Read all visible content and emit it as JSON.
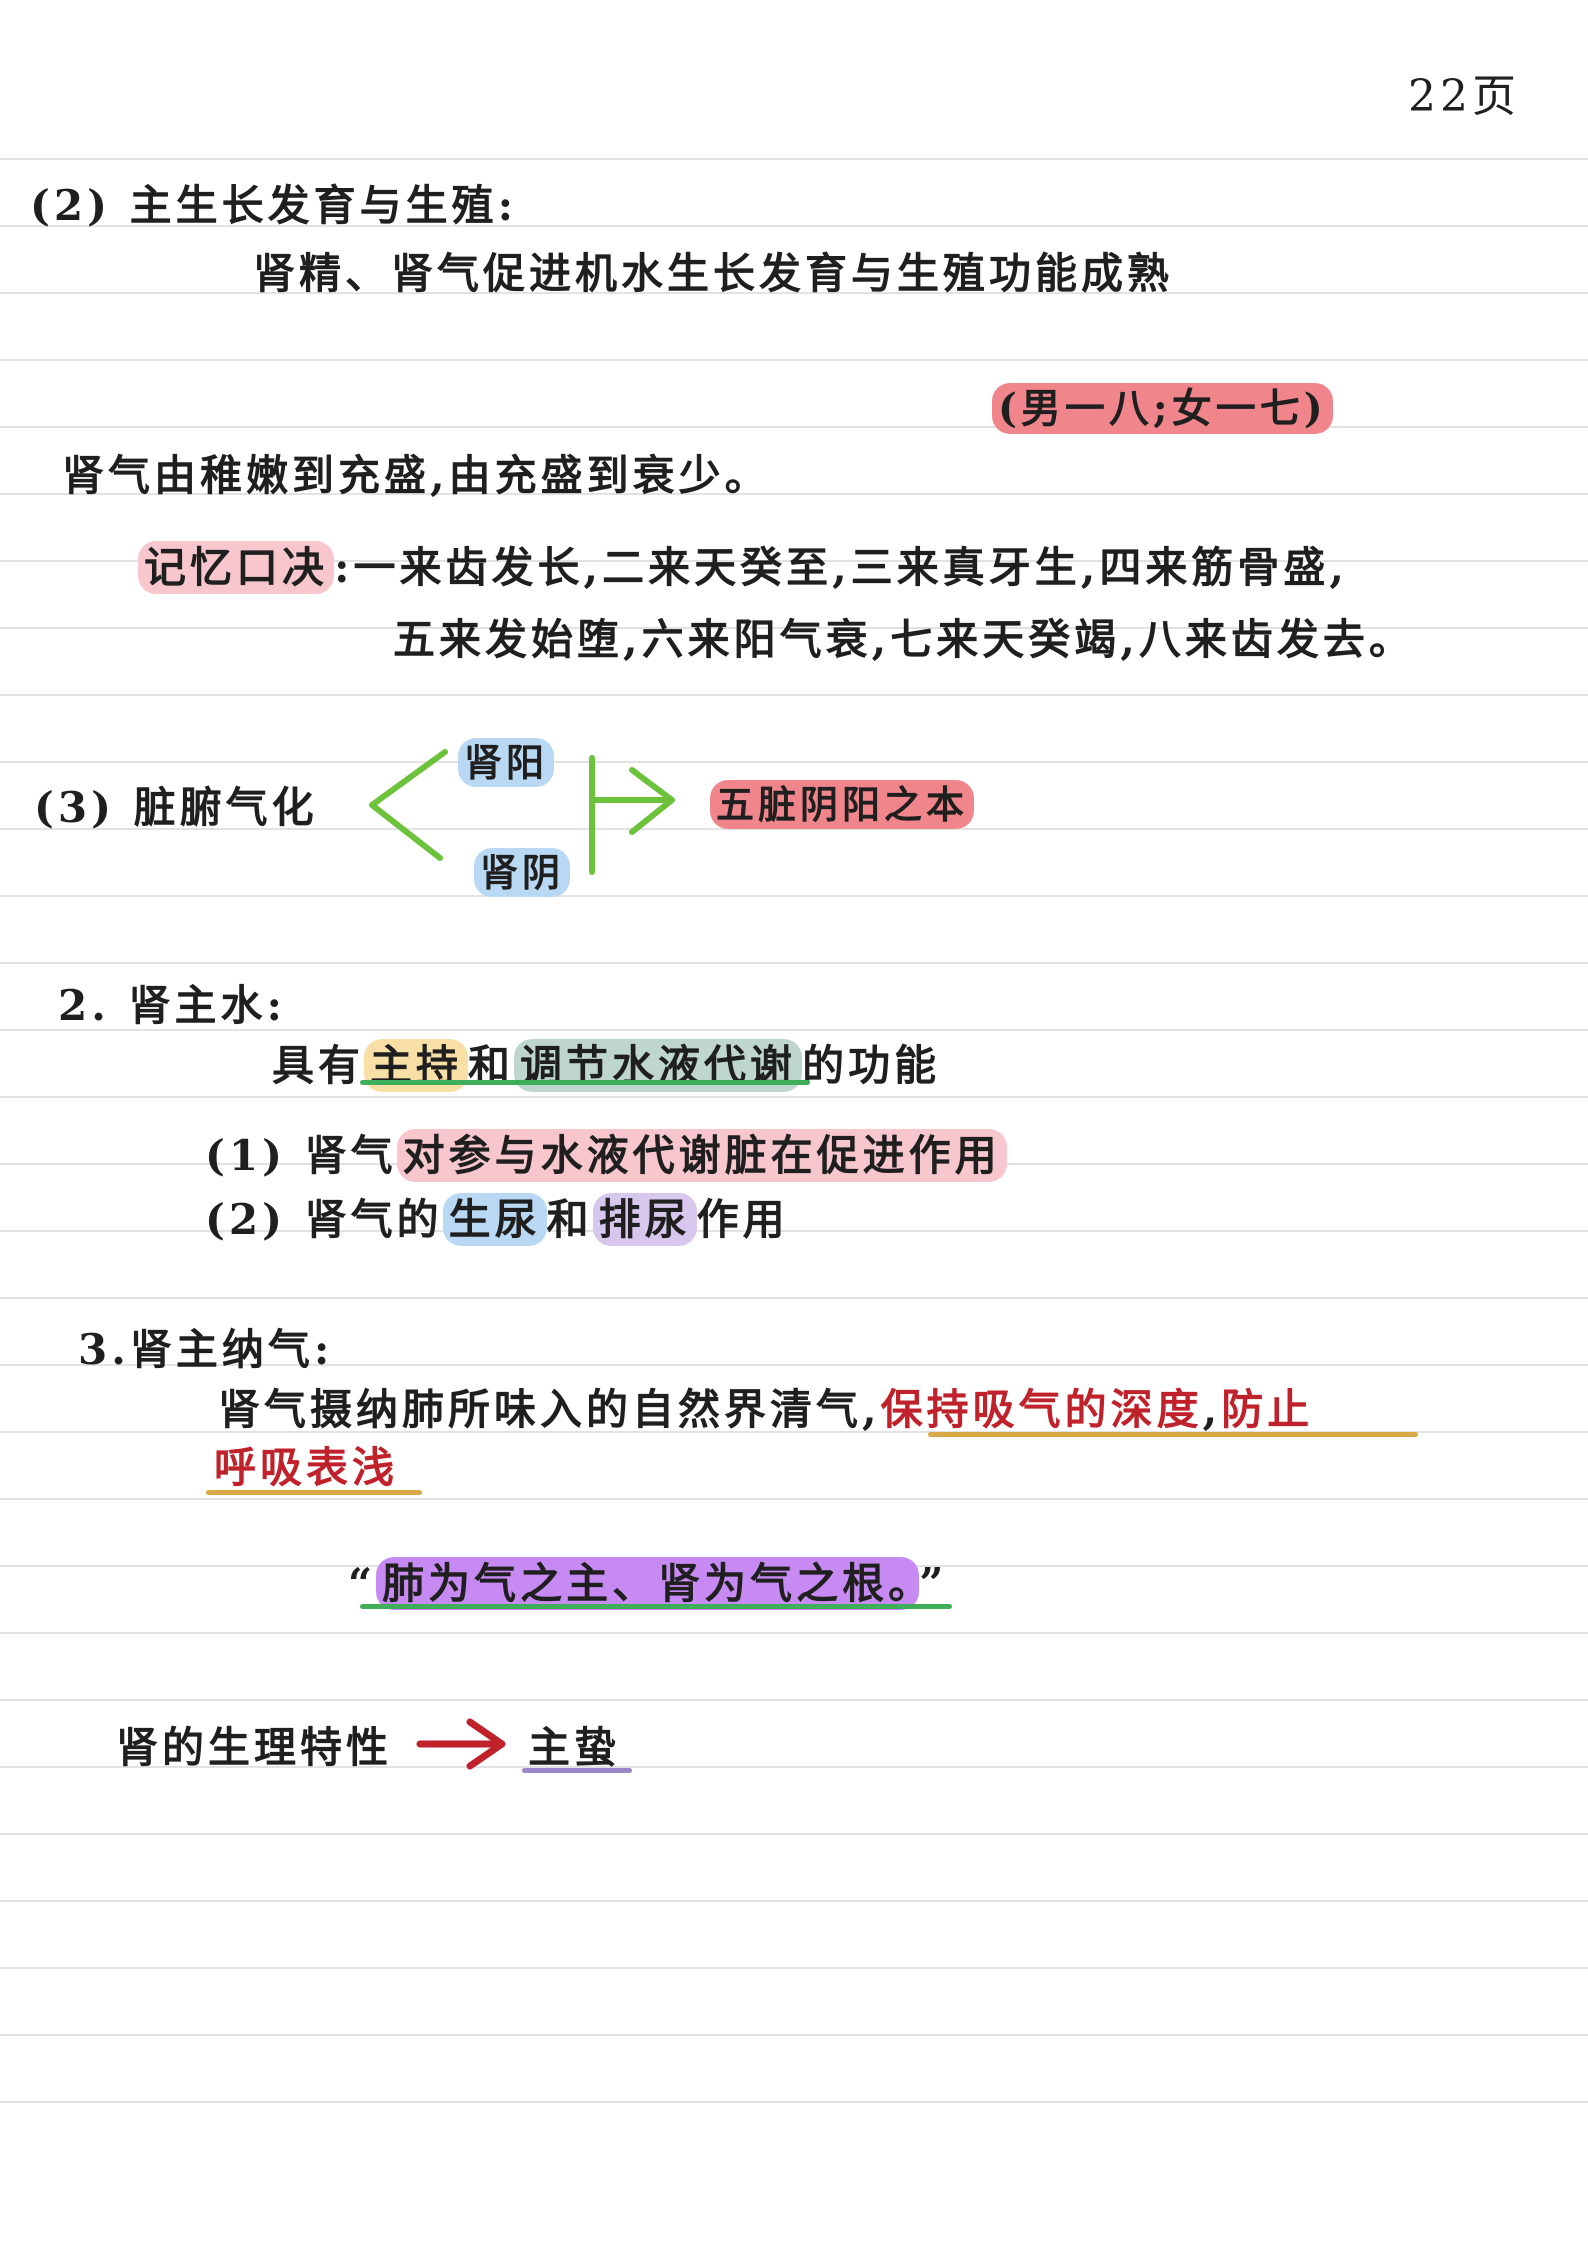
{
  "page_number": "22页",
  "colors": {
    "highlight_pink": "#f7c7cd",
    "highlight_blue": "#b9d8f3",
    "highlight_red": "#f0868c",
    "highlight_yellow": "#f8dfa6",
    "highlight_teal": "#bfd6d0",
    "highlight_lavender": "#d7c7ec",
    "highlight_purple": "#c78af2",
    "emphasis_red": "#c0222b",
    "underline_green": "#3fae5a",
    "underline_gold": "#d9a948",
    "underline_purple": "#9a86c8",
    "arrow_green": "#6cc23a",
    "arrow_red": "#c0222b"
  },
  "section_2_2": {
    "heading": "(2) 主生长发育与生殖:",
    "body": "肾精、肾气促进机水生长发育与生殖功能成熟",
    "note": "(男一八;女一七)",
    "summary": "肾气由稚嫩到充盛,由充盛到衰少。",
    "mnemonic_label": "记忆口决",
    "mnemonic_colon": ":",
    "mnemonic_line1": "一来齿发长,二来天癸至,三来真牙生,四来筋骨盛,",
    "mnemonic_line2": "五来发始堕,六来阳气衰,七来天癸竭,八来齿发去。"
  },
  "section_2_3": {
    "heading": "(3) 脏腑气化",
    "branch_top": "肾阳",
    "branch_bottom": "肾阴",
    "result": "五脏阴阳之本"
  },
  "section_water": {
    "heading": "2. 肾主水:",
    "body_prefix": "具有",
    "hl_1": "主持",
    "connector": "和",
    "hl_2": "调节水液代谢",
    "body_suffix": "的功能",
    "item1_prefix": "(1) 肾气",
    "item1_hl": "对参与水液代谢脏在促进作用",
    "item2_prefix": "(2) 肾气的",
    "item2_hl1": "生尿",
    "item2_connector": "和",
    "item2_hl2": "排尿",
    "item2_suffix": "作用"
  },
  "section_qi": {
    "heading": "3.肾主纳气:",
    "body": "肾气摄纳肺所味入的自然界清气,",
    "red_1": "保持吸气的深度",
    "comma": ",",
    "red_2a": "防止",
    "red_2b": "呼吸表浅",
    "quote_open": "“",
    "quote": "肺为气之主、肾为气之根。",
    "quote_close": "”"
  },
  "section_traits": {
    "label": "肾的生理特性",
    "result": "主蛰"
  }
}
